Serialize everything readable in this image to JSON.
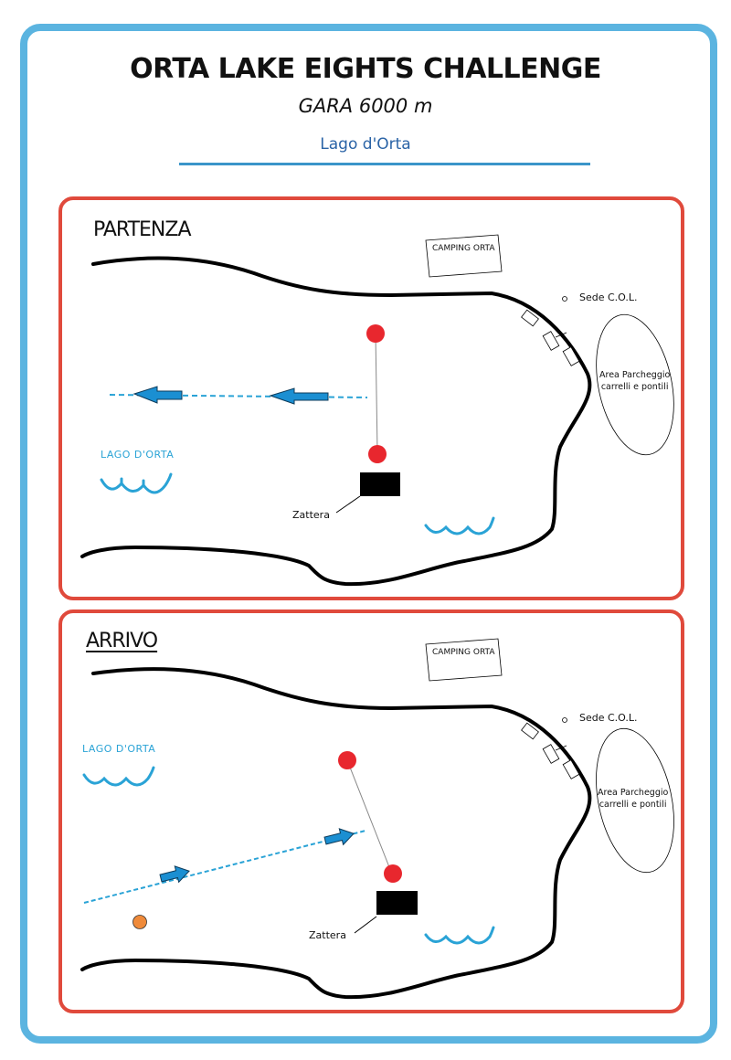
{
  "header": {
    "title": "ORTA LAKE EIGHTS CHALLENGE",
    "subtitle": "GARA 6000 m",
    "location": "Lago d'Orta"
  },
  "colors": {
    "outer_border": "#5bb4e0",
    "panel_border": "#e04a3c",
    "buoy": "#e8272e",
    "course_arrow": "#1b8fd2",
    "water_label": "#2aa3d6",
    "location_text": "#2a63a6",
    "start_buoy_marker": "#ef8a3a"
  },
  "panels": [
    {
      "id": "partenza",
      "title": "PARTENZA",
      "camping_label": "CAMPING  ORTA",
      "headquarters_label": "Sede C.O.L.",
      "parking_label_line1": "Area Parcheggio",
      "parking_label_line2": "carrelli e pontili",
      "lake_label": "LAGO  D'ORTA",
      "raft_label": "Zattera",
      "direction": "west"
    },
    {
      "id": "arrivo",
      "title": "ARRIVO",
      "camping_label": "CAMPING  ORTA",
      "headquarters_label": "Sede C.O.L.",
      "parking_label_line1": "Area Parcheggio",
      "parking_label_line2": "carrelli e pontili",
      "lake_label": "LAGO  D'ORTA",
      "raft_label": "Zattera",
      "direction": "east-northeast"
    }
  ]
}
